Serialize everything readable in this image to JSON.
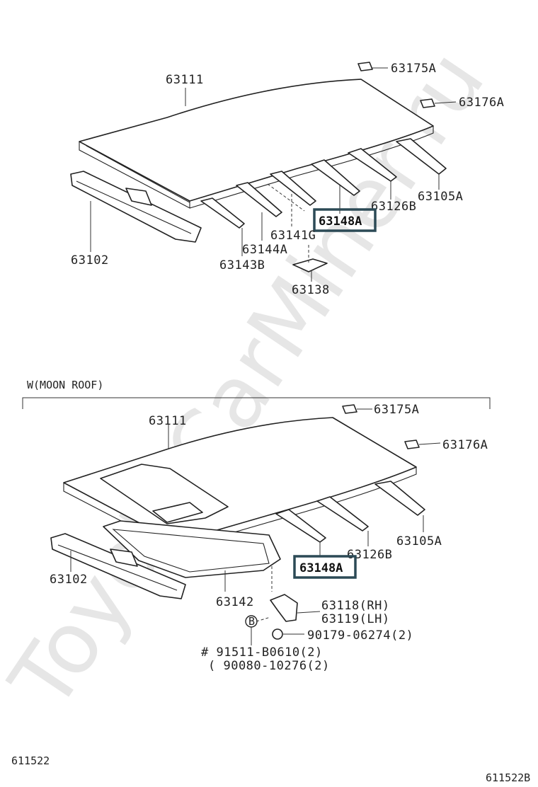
{
  "watermark": "ToyotaCarMiner.ru",
  "diagram_id_left": "611522",
  "diagram_id_right": "611522B",
  "section_label": "W(MOON ROOF)",
  "top_labels": {
    "roof_panel": "63111",
    "front_header": "63102",
    "bracket_a": "63175A",
    "bracket_b": "63176A",
    "rear_rail": "63105A",
    "bow_126b": "63126B",
    "bow_148a": "63148A",
    "bow_141g": "63141G",
    "bow_144a": "63144A",
    "bow_143b": "63143B",
    "clip_138": "63138"
  },
  "bottom_labels": {
    "roof_panel": "63111",
    "front_header": "63102",
    "bracket_a": "63175A",
    "bracket_b": "63176A",
    "rear_rail": "63105A",
    "bow_126b": "63126B",
    "bow_148a": "63148A",
    "reinforcement": "63142",
    "bracket_rh": "63118(RH)",
    "bracket_lh": "63119(LH)",
    "nut": "90179-06274(2)",
    "bolt_marker": "B",
    "bolt": "# 91511-B0610(2)",
    "bolt_alt": "( 90080-10276(2)"
  }
}
